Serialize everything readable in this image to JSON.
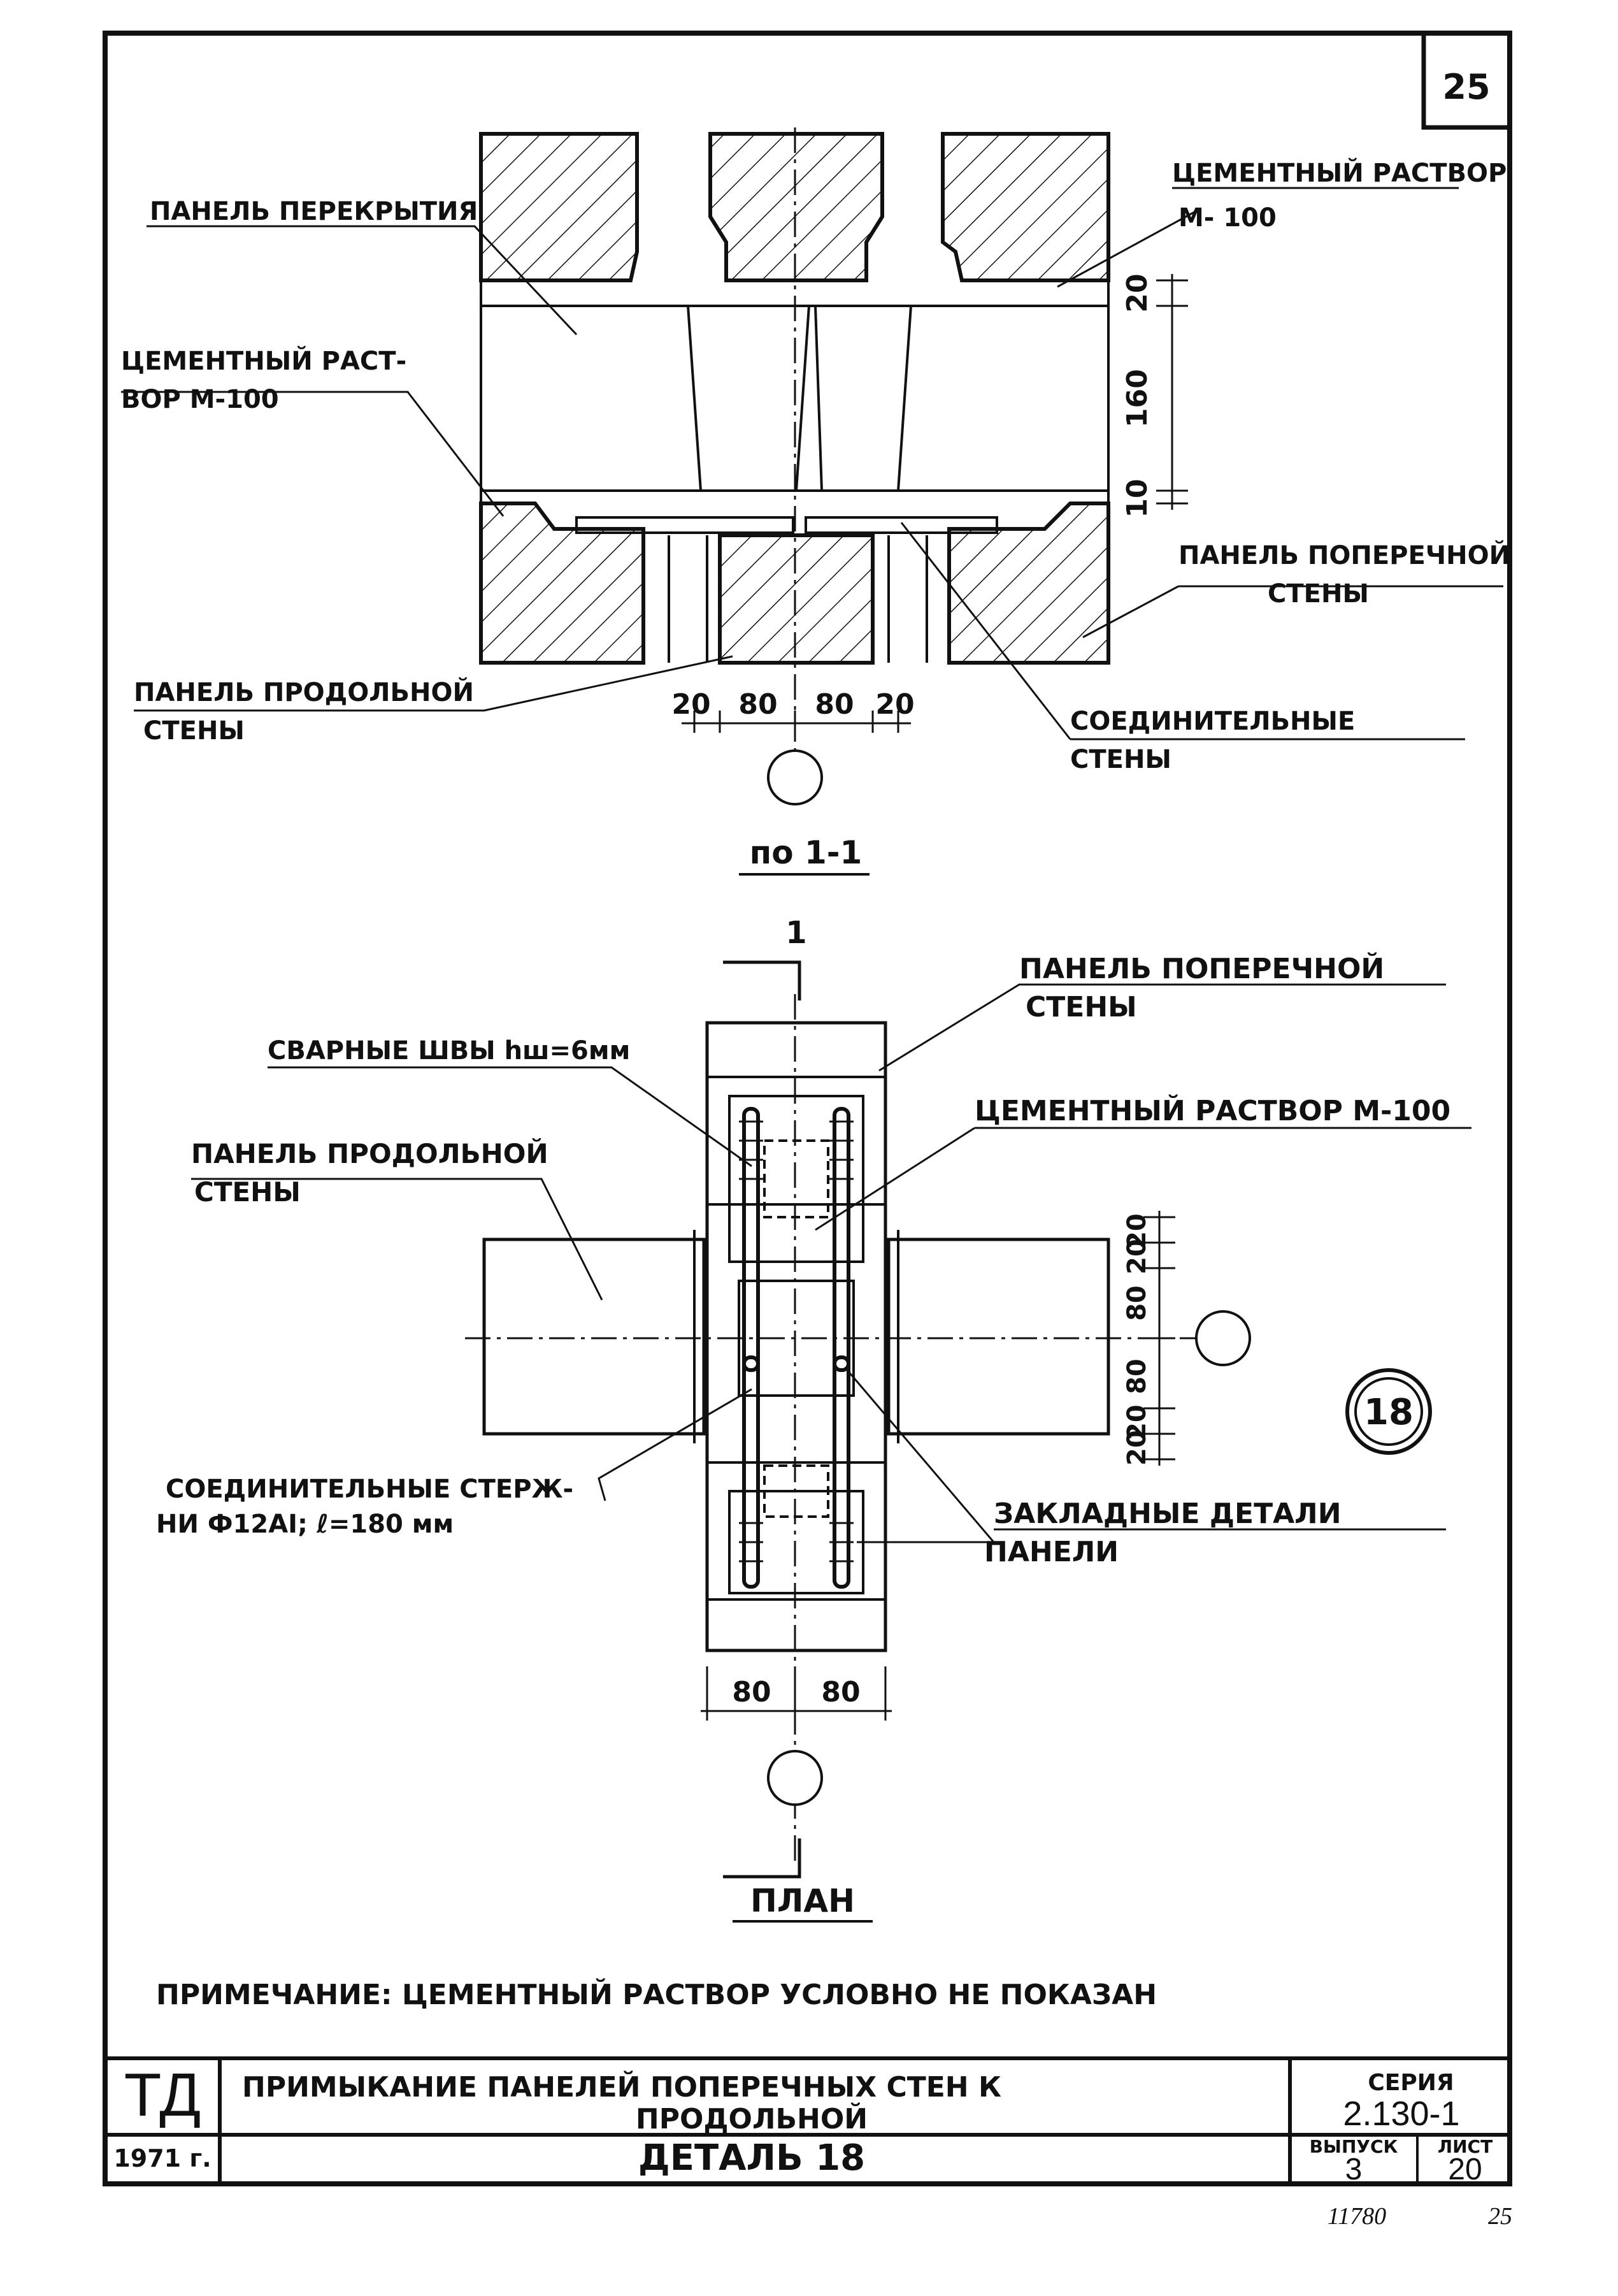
{
  "sheet_number": "25",
  "section": {
    "labels": {
      "floor_panel": "ПАНЕЛЬ ПЕРЕКРЫТИЯ",
      "mortar_top_right_1": "ЦЕМЕНТНЫЙ РАСТВОР",
      "mortar_top_right_2": "М- 100",
      "mortar_left_1": "ЦЕМЕНТНЫЙ РАСТ-",
      "mortar_left_2": "ВОР М-100",
      "cross_wall_1": "ПАНЕЛЬ ПОПЕРЕЧНОЙ",
      "cross_wall_2": "СТЕНЫ",
      "long_wall_1": "ПАНЕЛЬ ПРОДОЛЬНОЙ",
      "long_wall_2": "СТЕНЫ",
      "connecting_1": "СОЕДИНИТЕЛЬНЫЕ",
      "connecting_2": "СТЕНЫ"
    },
    "dims_vertical": [
      "20",
      "160",
      "10"
    ],
    "dims_horizontal": [
      "20",
      "80",
      "80",
      "20"
    ],
    "caption": "по 1-1"
  },
  "plan": {
    "cut_mark": "1",
    "labels": {
      "cross_wall_1": "ПАНЕЛЬ ПОПЕРЕЧНОЙ",
      "cross_wall_2": "СТЕНЫ",
      "welds": "СВАРНЫЕ ШВЫ hш=6мм",
      "mortar": "ЦЕМЕНТНЫЙ РАСТВОР М-100",
      "long_wall_1": "ПАНЕЛЬ ПРОДОЛЬНОЙ",
      "long_wall_2": "СТЕНЫ",
      "rods_1": "СОЕДИНИТЕЛЬНЫЕ СТЕРЖ-",
      "rods_2": "НИ Ф12АI; ℓ=180 мм",
      "embedded_1": "ЗАКЛАДНЫЕ ДЕТАЛИ",
      "embedded_2": "ПАНЕЛИ"
    },
    "dims_vertical": [
      "20",
      "20",
      "80",
      "80",
      "20",
      "20"
    ],
    "dims_horizontal": [
      "80",
      "80"
    ],
    "detail_mark": "18",
    "caption": "ПЛАН"
  },
  "note": "ПРИМЕЧАНИЕ: ЦЕМЕНТНЫЙ РАСТВОР УСЛОВНО НЕ ПОКАЗАН",
  "title_block": {
    "code": "ТД",
    "title_1": "ПРИМЫКАНИЕ ПАНЕЛЕЙ ПОПЕРЕЧНЫХ СТЕН К",
    "title_2": "ПРОДОЛЬНОЙ",
    "series_label": "СЕРИЯ",
    "series_value": "2.130-1",
    "year": "1971 г.",
    "detail_name": "ДЕТАЛЬ 18",
    "issue_label": "ВЫПУСК",
    "issue_value": "3",
    "sheet_label": "ЛИСТ",
    "sheet_value": "20"
  },
  "footer": {
    "inv_number": "11780",
    "page": "25"
  }
}
